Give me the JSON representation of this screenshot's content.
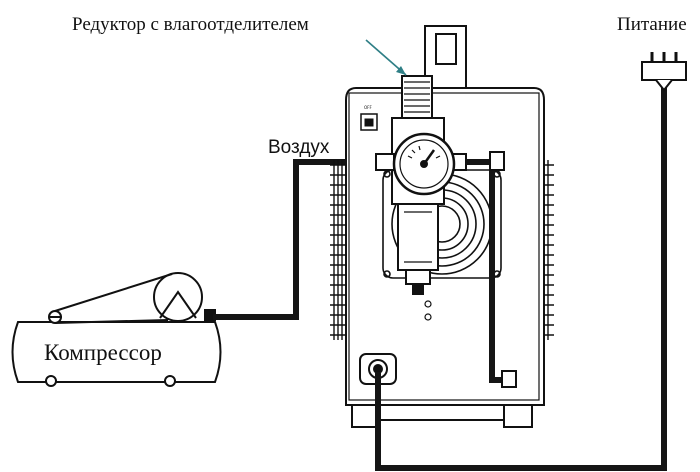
{
  "labels": {
    "regulator": "Редуктор с влагоотделителем",
    "power": "Питание",
    "air": "Воздух",
    "compressor": "Компрессор"
  },
  "colors": {
    "line": "#111111",
    "hose": "#151515",
    "accent_arrow": "#2f7f86",
    "background": "#ffffff"
  }
}
